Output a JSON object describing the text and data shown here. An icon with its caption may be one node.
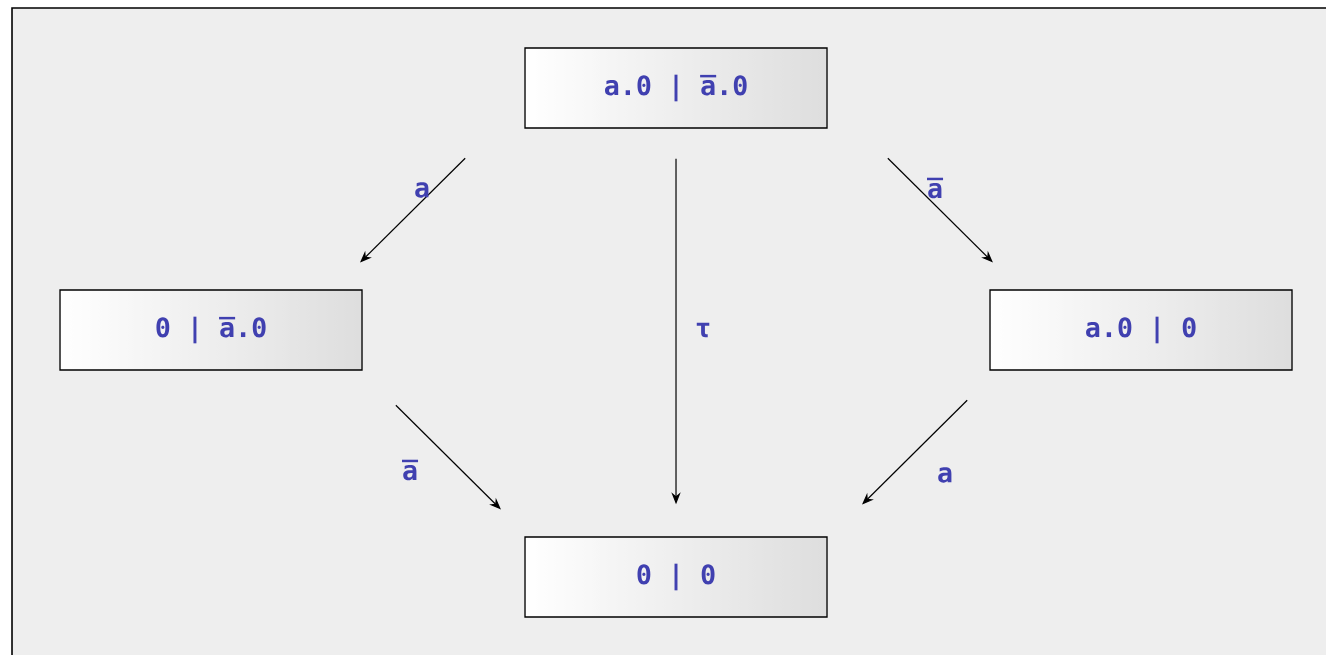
{
  "diagram": {
    "nodes": [
      {
        "text": [
          "a.0 | a̅.0"
        ]
      },
      {
        "text": [
          "0 | a̅.0"
        ]
      },
      {
        "text": [
          "a.0 | 0"
        ]
      },
      {
        "text": [
          "0 | 0"
        ]
      }
    ],
    "edges": [
      {
        "from": 0,
        "to": 1,
        "arrow": "to",
        "label": "a"
      },
      {
        "from": 0,
        "to": 2,
        "arrow": "to",
        "label": "a̅"
      },
      {
        "from": 0,
        "to": 3,
        "arrow": "to",
        "label": "τ"
      },
      {
        "from": 1,
        "to": 3,
        "arrow": "to",
        "label": "a̅"
      },
      {
        "from": 2,
        "to": 3,
        "arrow": "to",
        "label": "a"
      }
    ]
  }
}
